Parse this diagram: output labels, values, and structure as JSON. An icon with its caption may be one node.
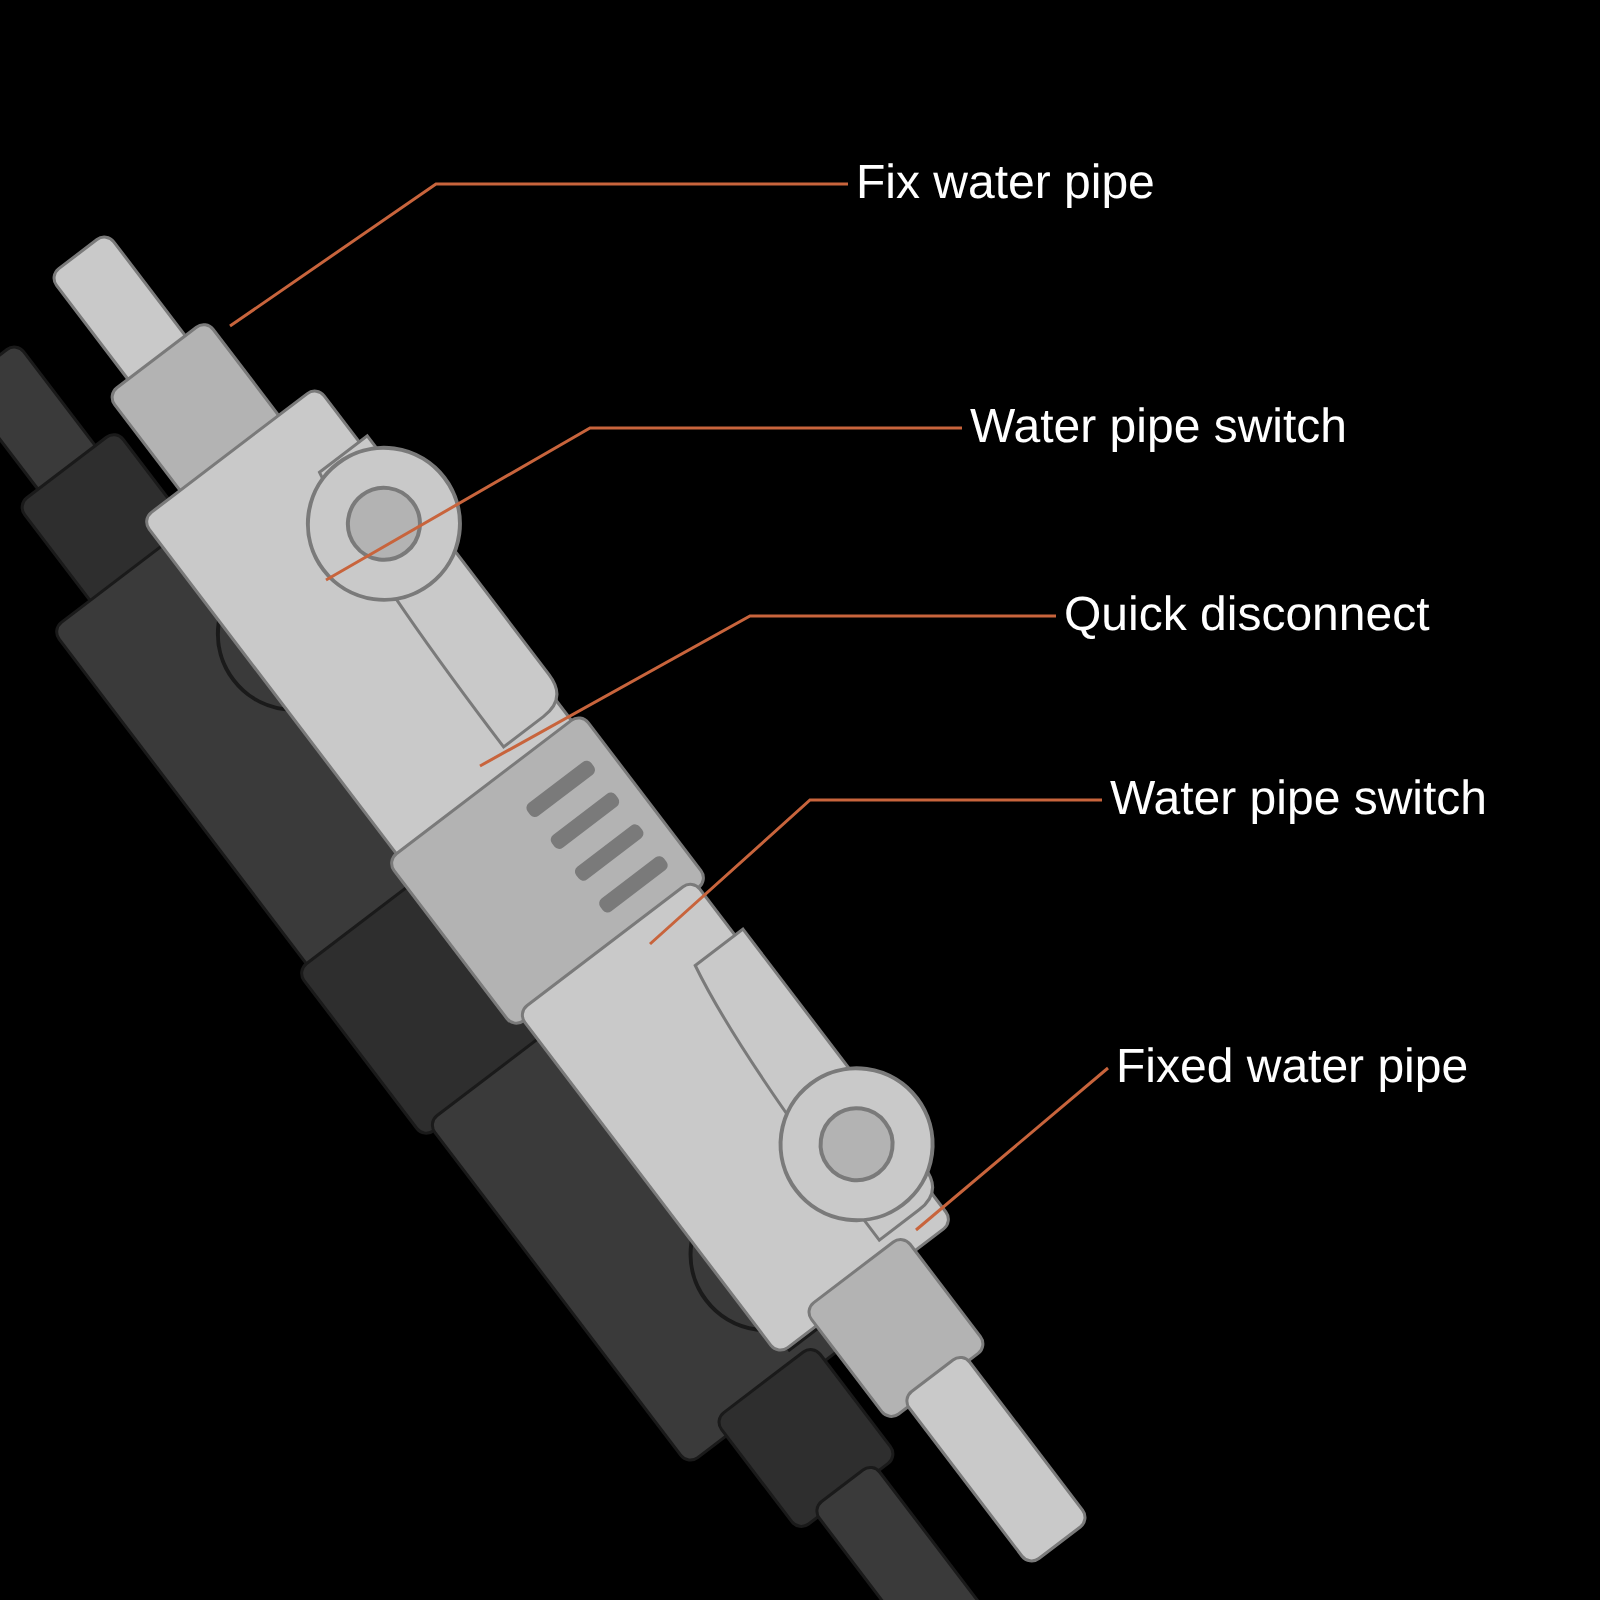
{
  "diagram": {
    "nodes": [
      {
        "text": [
          "Fix water pipe"
        ]
      },
      {
        "text": [
          "Water pipe switch"
        ]
      },
      {
        "text": [
          "Quick disconnect"
        ]
      },
      {
        "text": [
          "Water pipe switch"
        ]
      },
      {
        "text": [
          "Fixed water pipe"
        ]
      }
    ],
    "edges": [
      {
        "from": 0,
        "to": null,
        "arrow": "none"
      },
      {
        "from": 1,
        "to": null,
        "arrow": "none"
      },
      {
        "from": 2,
        "to": null,
        "arrow": "none"
      },
      {
        "from": 3,
        "to": null,
        "arrow": "none"
      },
      {
        "from": 4,
        "to": null,
        "arrow": "none"
      }
    ]
  }
}
